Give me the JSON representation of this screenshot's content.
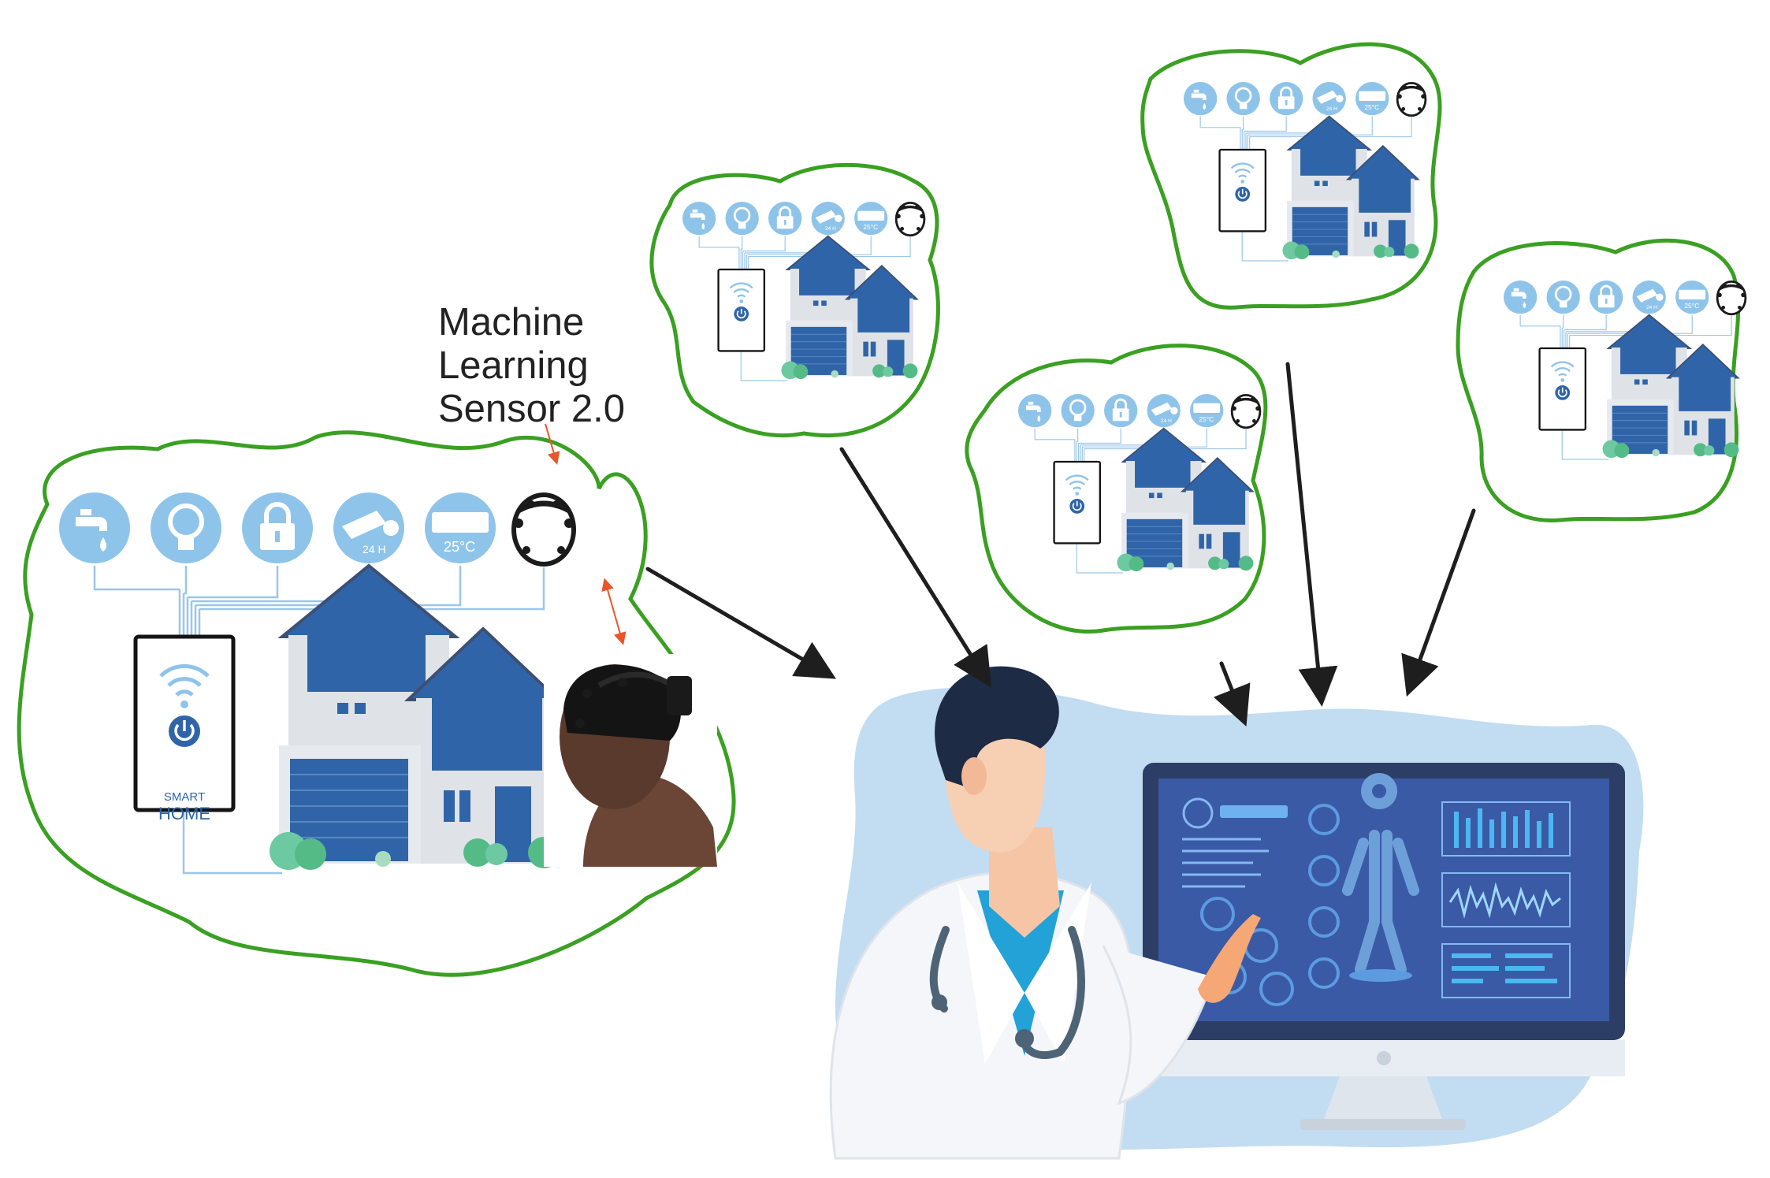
{
  "title": "",
  "sensor_caption": [
    "Machine",
    "Learning",
    "Sensor 2.0"
  ],
  "smart_home_panel": {
    "line1": "SMART",
    "line2": "HOME"
  },
  "ac_label": "25°C",
  "camera_label": "24 H",
  "device_icons": [
    "faucet-icon",
    "lightbulb-icon",
    "lock-icon",
    "security-camera-icon",
    "air-conditioner-icon",
    "eeg-headset-icon"
  ],
  "colors": {
    "cloud_border": "#3aa022",
    "icon_circle": "#8fc4ea",
    "house_blue": "#2f65a8",
    "arrow": "#1e1e1e",
    "sensor_link": "#e8562a",
    "screen_bg": "#3a5aa6",
    "backdrop": "#c2dcf2"
  }
}
